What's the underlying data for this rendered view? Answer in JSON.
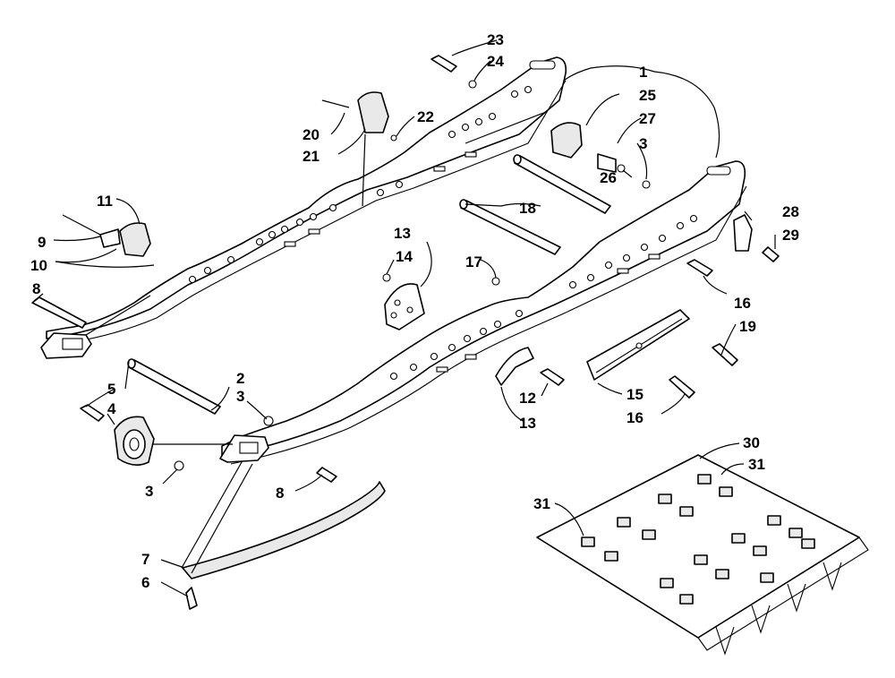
{
  "diagram": {
    "colors": {
      "line": "#000000",
      "background": "#ffffff",
      "shade": "#e9e9e9"
    },
    "callouts": [
      {
        "id": "c1",
        "text": "1"
      },
      {
        "id": "c2",
        "text": "2"
      },
      {
        "id": "c3a",
        "text": "3"
      },
      {
        "id": "c3b",
        "text": "3"
      },
      {
        "id": "c3c",
        "text": "3"
      },
      {
        "id": "c4",
        "text": "4"
      },
      {
        "id": "c5",
        "text": "5"
      },
      {
        "id": "c6",
        "text": "6"
      },
      {
        "id": "c7",
        "text": "7"
      },
      {
        "id": "c8a",
        "text": "8"
      },
      {
        "id": "c8b",
        "text": "8"
      },
      {
        "id": "c9",
        "text": "9"
      },
      {
        "id": "c10",
        "text": "10"
      },
      {
        "id": "c11",
        "text": "11"
      },
      {
        "id": "c12",
        "text": "12"
      },
      {
        "id": "c13a",
        "text": "13"
      },
      {
        "id": "c13b",
        "text": "13"
      },
      {
        "id": "c14",
        "text": "14"
      },
      {
        "id": "c15",
        "text": "15"
      },
      {
        "id": "c16a",
        "text": "16"
      },
      {
        "id": "c16b",
        "text": "16"
      },
      {
        "id": "c17",
        "text": "17"
      },
      {
        "id": "c18",
        "text": "18"
      },
      {
        "id": "c19",
        "text": "19"
      },
      {
        "id": "c20",
        "text": "20"
      },
      {
        "id": "c21",
        "text": "21"
      },
      {
        "id": "c22",
        "text": "22"
      },
      {
        "id": "c23",
        "text": "23"
      },
      {
        "id": "c24",
        "text": "24"
      },
      {
        "id": "c25",
        "text": "25"
      },
      {
        "id": "c26",
        "text": "26"
      },
      {
        "id": "c27",
        "text": "27"
      },
      {
        "id": "c28",
        "text": "28"
      },
      {
        "id": "c29",
        "text": "29"
      },
      {
        "id": "c30",
        "text": "30"
      },
      {
        "id": "c31a",
        "text": "31"
      },
      {
        "id": "c31b",
        "text": "31"
      }
    ]
  }
}
